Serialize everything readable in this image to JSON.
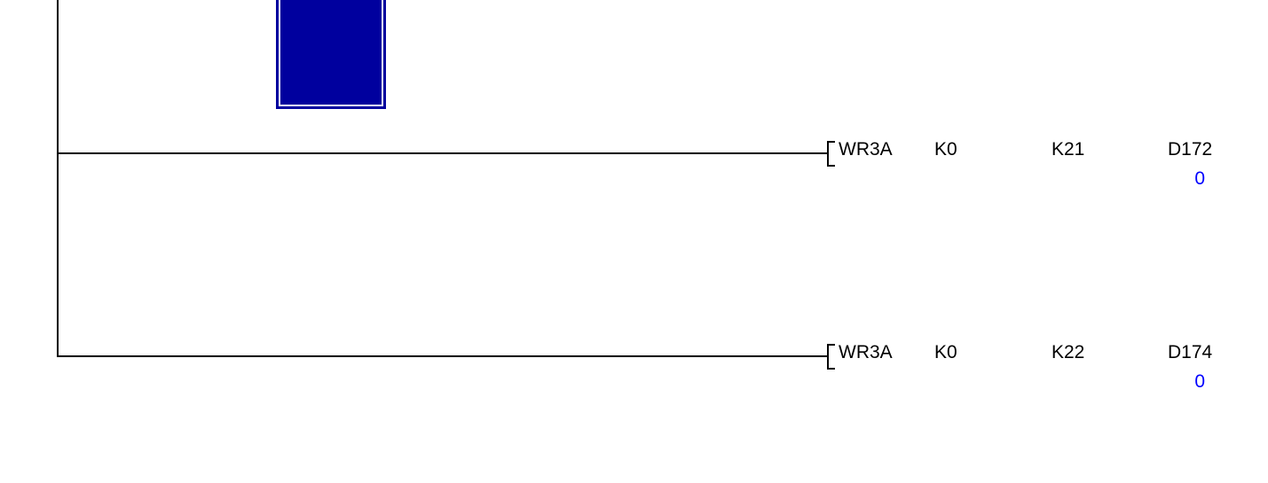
{
  "editor": {
    "type": "plc-ladder-editor-monitor-view"
  },
  "colors": {
    "background": "#FFFFFF",
    "wire": "#000000",
    "text": "#000000",
    "cursor_fill": "#00009E",
    "cursor_inner_border": "#FFFFFF",
    "monitor_value": "#0000FF"
  },
  "rungs": [
    {
      "instruction": "WR3A",
      "operands": [
        "K0",
        "K21",
        "D172"
      ],
      "monitor_value": "0"
    },
    {
      "instruction": "WR3A",
      "operands": [
        "K0",
        "K22",
        "D174"
      ],
      "monitor_value": "0"
    }
  ]
}
